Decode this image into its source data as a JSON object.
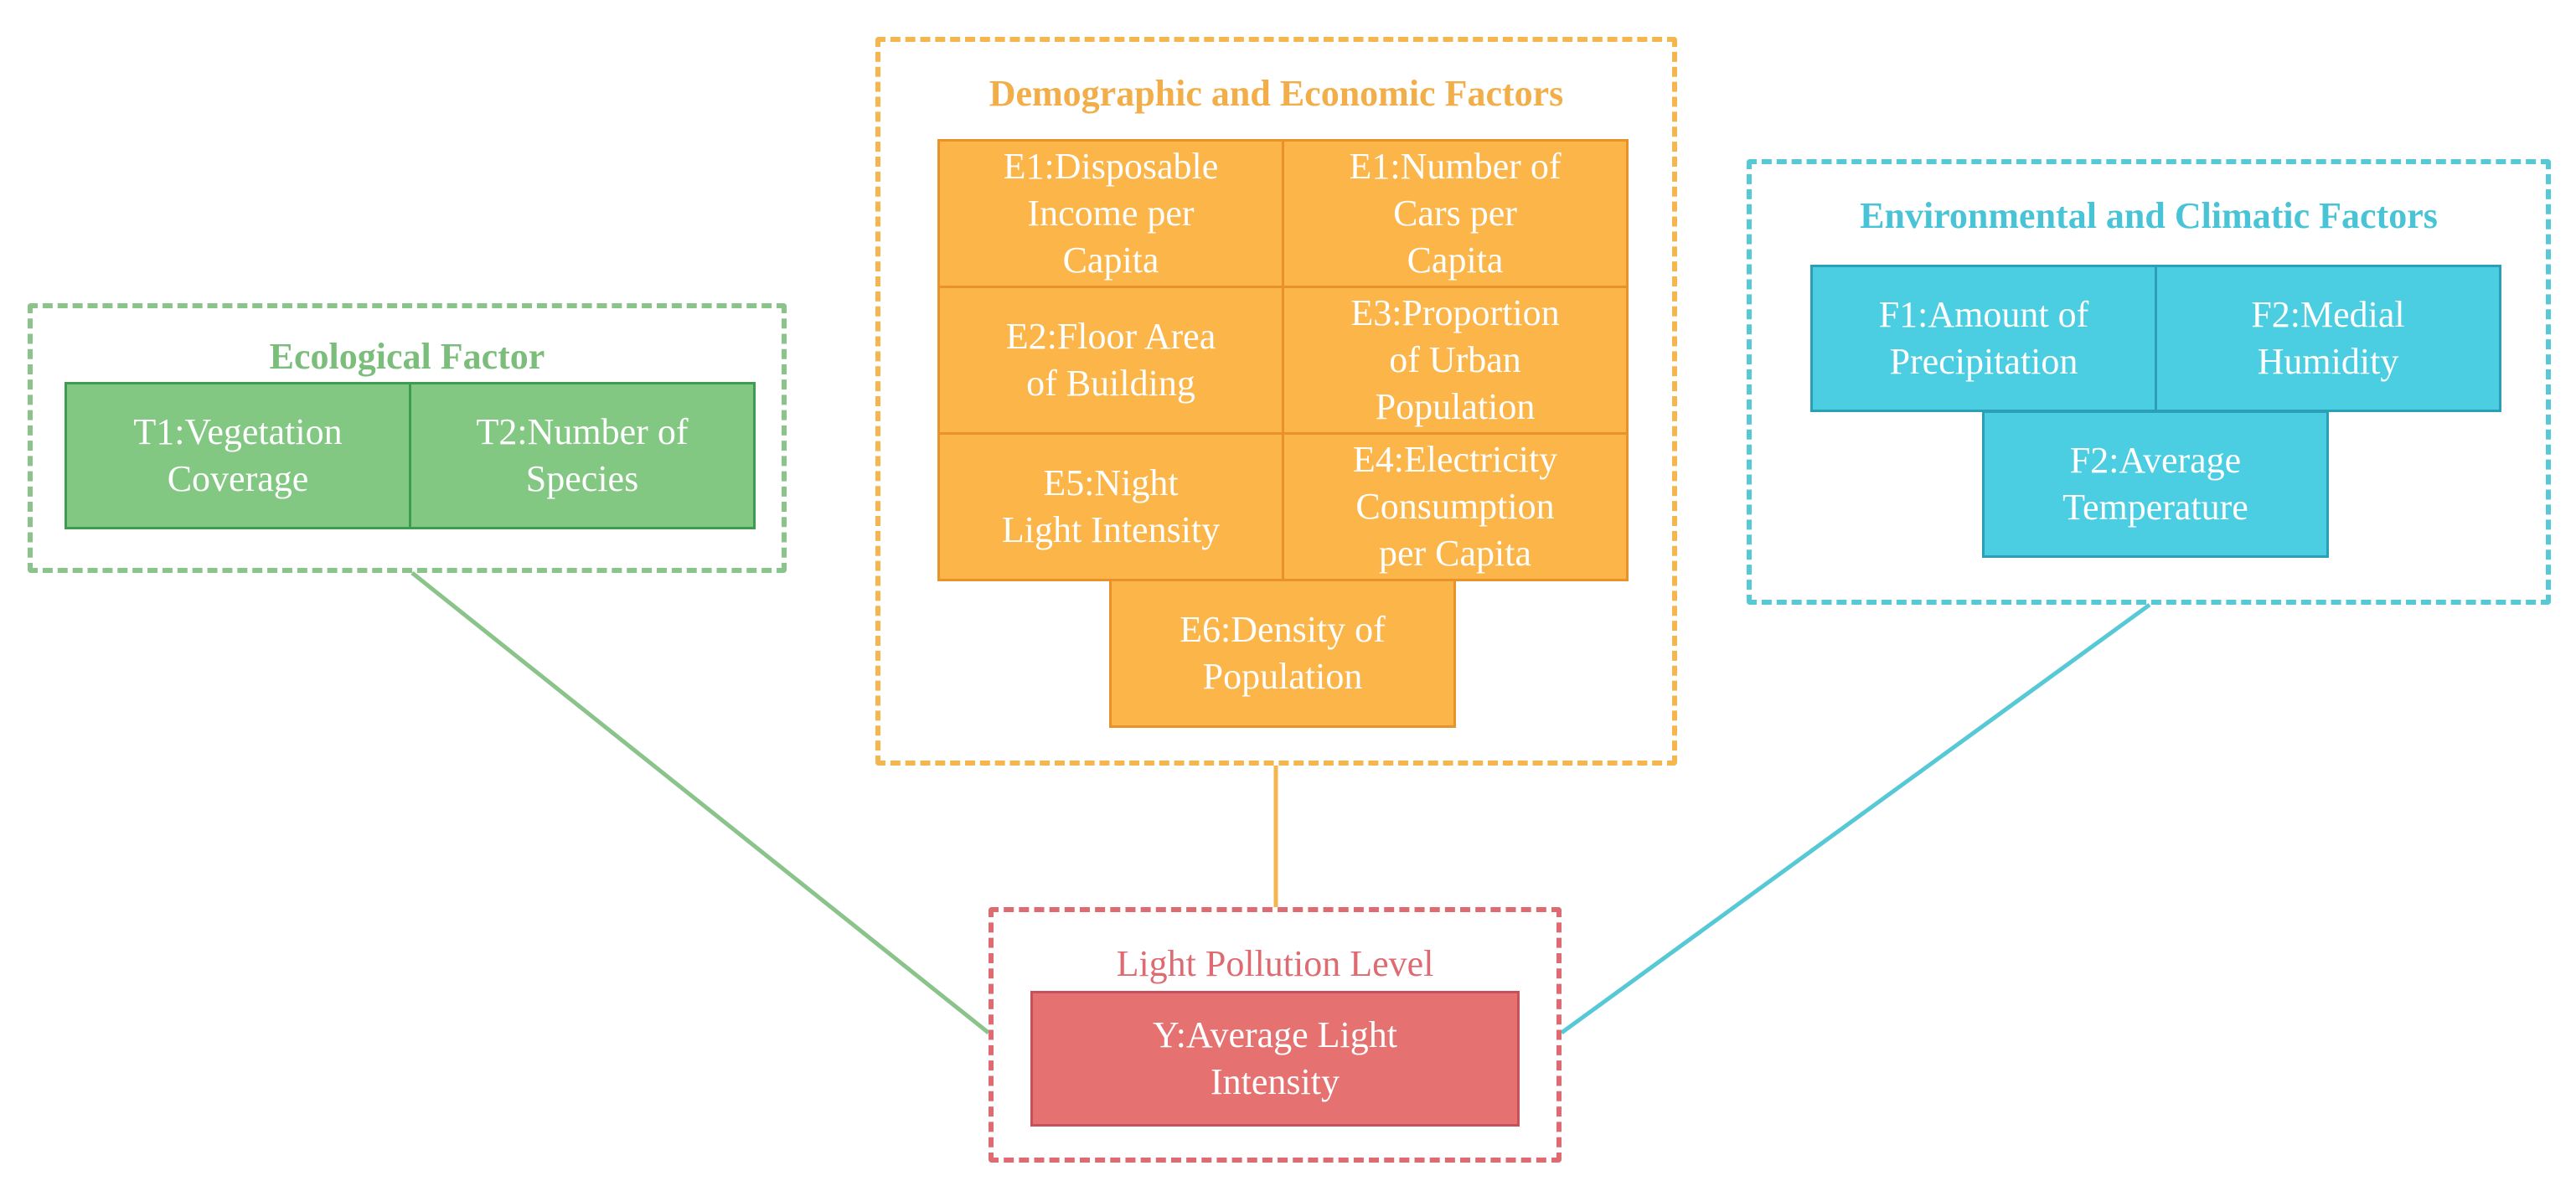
{
  "colors": {
    "ecological": "#82c782",
    "demographic": "#fbb548",
    "environmental": "#4bcde2",
    "target": "#e57171"
  },
  "groups": {
    "ecological": {
      "title": "Ecological Factor",
      "boxes": [
        "T1:Vegetation\nCoverage",
        "T2:Number of\nSpecies"
      ]
    },
    "demographic": {
      "title": "Demographic and Economic Factors",
      "boxes": [
        "E1:Disposable\nIncome per\nCapita",
        "E1:Number of\nCars per\nCapita",
        "E2:Floor Area\nof Building",
        "E3:Proportion\nof Urban\nPopulation",
        "E5:Night\nLight Intensity",
        "E4:Electricity\nConsumption\nper Capita",
        "E6:Density of\nPopulation"
      ]
    },
    "environmental": {
      "title": "Environmental and Climatic Factors",
      "boxes": [
        "F1:Amount of\nPrecipitation",
        "F2:Medial\nHumidity",
        "F2:Average\nTemperature"
      ]
    },
    "target": {
      "title": "Light Pollution Level",
      "boxes": [
        "Y:Average Light\nIntensity"
      ]
    }
  }
}
